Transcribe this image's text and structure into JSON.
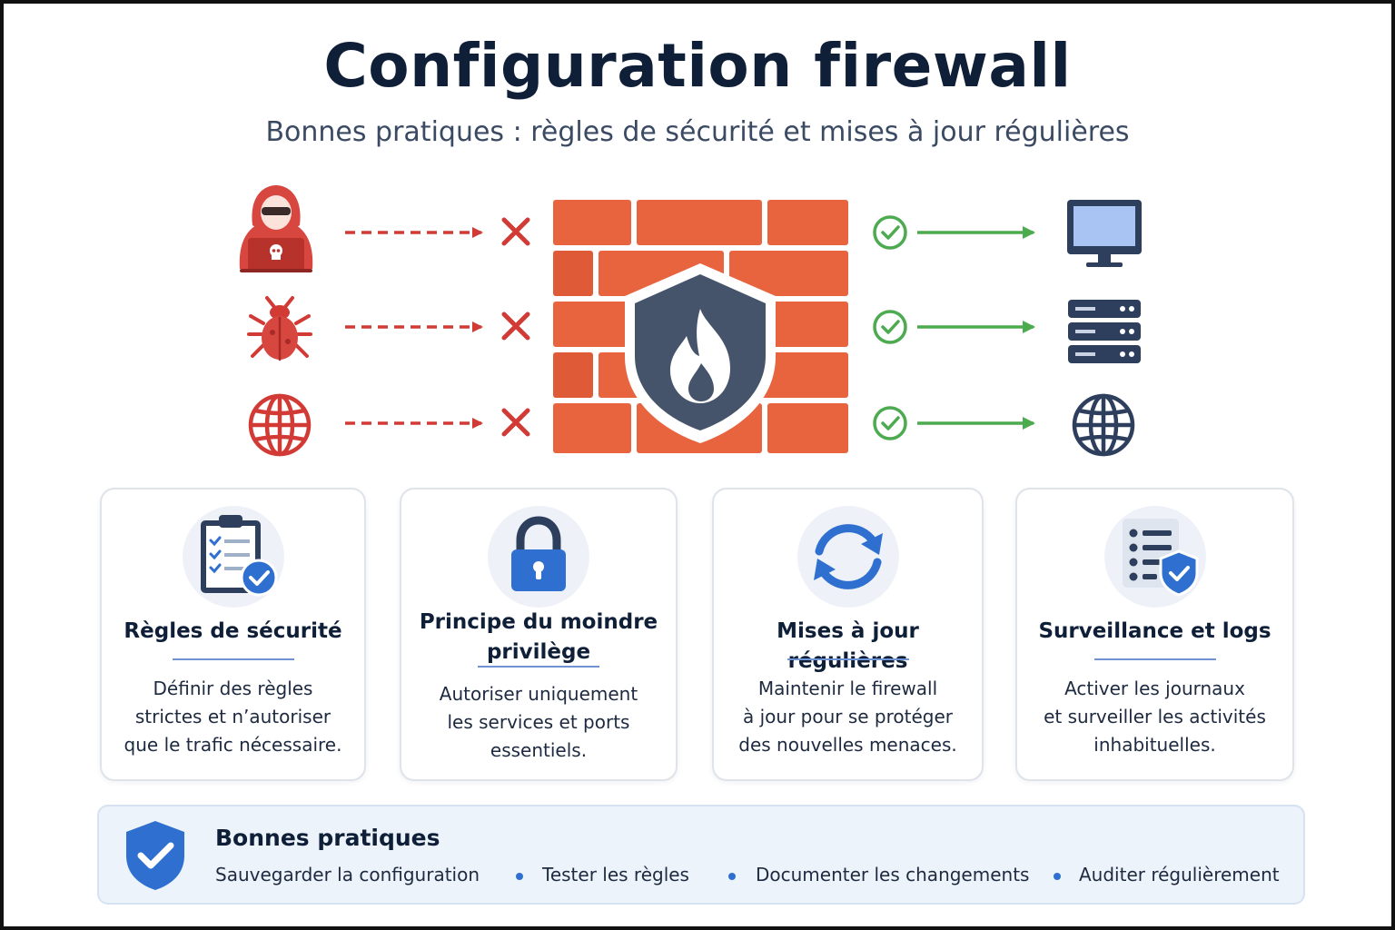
{
  "header": {
    "title": "Configuration firewall",
    "subtitle": "Bonnes pratiques : règles de sécurité et mises à jour régulières"
  },
  "diagram": {
    "threats": [
      {
        "icon": "hacker-icon"
      },
      {
        "icon": "bug-icon"
      },
      {
        "icon": "globe-icon"
      }
    ],
    "firewall": {
      "icon": "firewall-shield-flame-icon"
    },
    "destinations": [
      {
        "icon": "monitor-icon"
      },
      {
        "icon": "server-icon"
      },
      {
        "icon": "globe-icon"
      }
    ],
    "colors": {
      "threat": "#d23a35",
      "allowed": "#4caa4f",
      "brick": "#e8643f",
      "shield": "#46546b",
      "device": "#2e3f5e"
    }
  },
  "cards": [
    {
      "icon": "clipboard-checklist-icon",
      "title": "Règles de sécurité",
      "lines": [
        "Définir des règles",
        "strictes et n’autoriser",
        "que le trafic nécessaire."
      ]
    },
    {
      "icon": "padlock-icon",
      "title_lines": [
        "Principe du moindre",
        "privilège"
      ],
      "lines": [
        "Autoriser uniquement",
        "les services et ports",
        "essentiels."
      ]
    },
    {
      "icon": "refresh-arrows-icon",
      "title": "Mises à jour régulières",
      "lines": [
        "Maintenir le firewall",
        "à jour pour se protéger",
        "des nouvelles menaces."
      ]
    },
    {
      "icon": "log-list-shield-icon",
      "title": "Surveillance et logs",
      "lines": [
        "Activer les journaux",
        "et surveiller les activités",
        "inhabituelles."
      ]
    }
  ],
  "practices": {
    "icon": "shield-check-icon",
    "title": "Bonnes pratiques",
    "items": [
      "Sauvegarder la configuration",
      "Tester les règles",
      "Documenter les changements",
      "Auditer régulièrement"
    ]
  }
}
